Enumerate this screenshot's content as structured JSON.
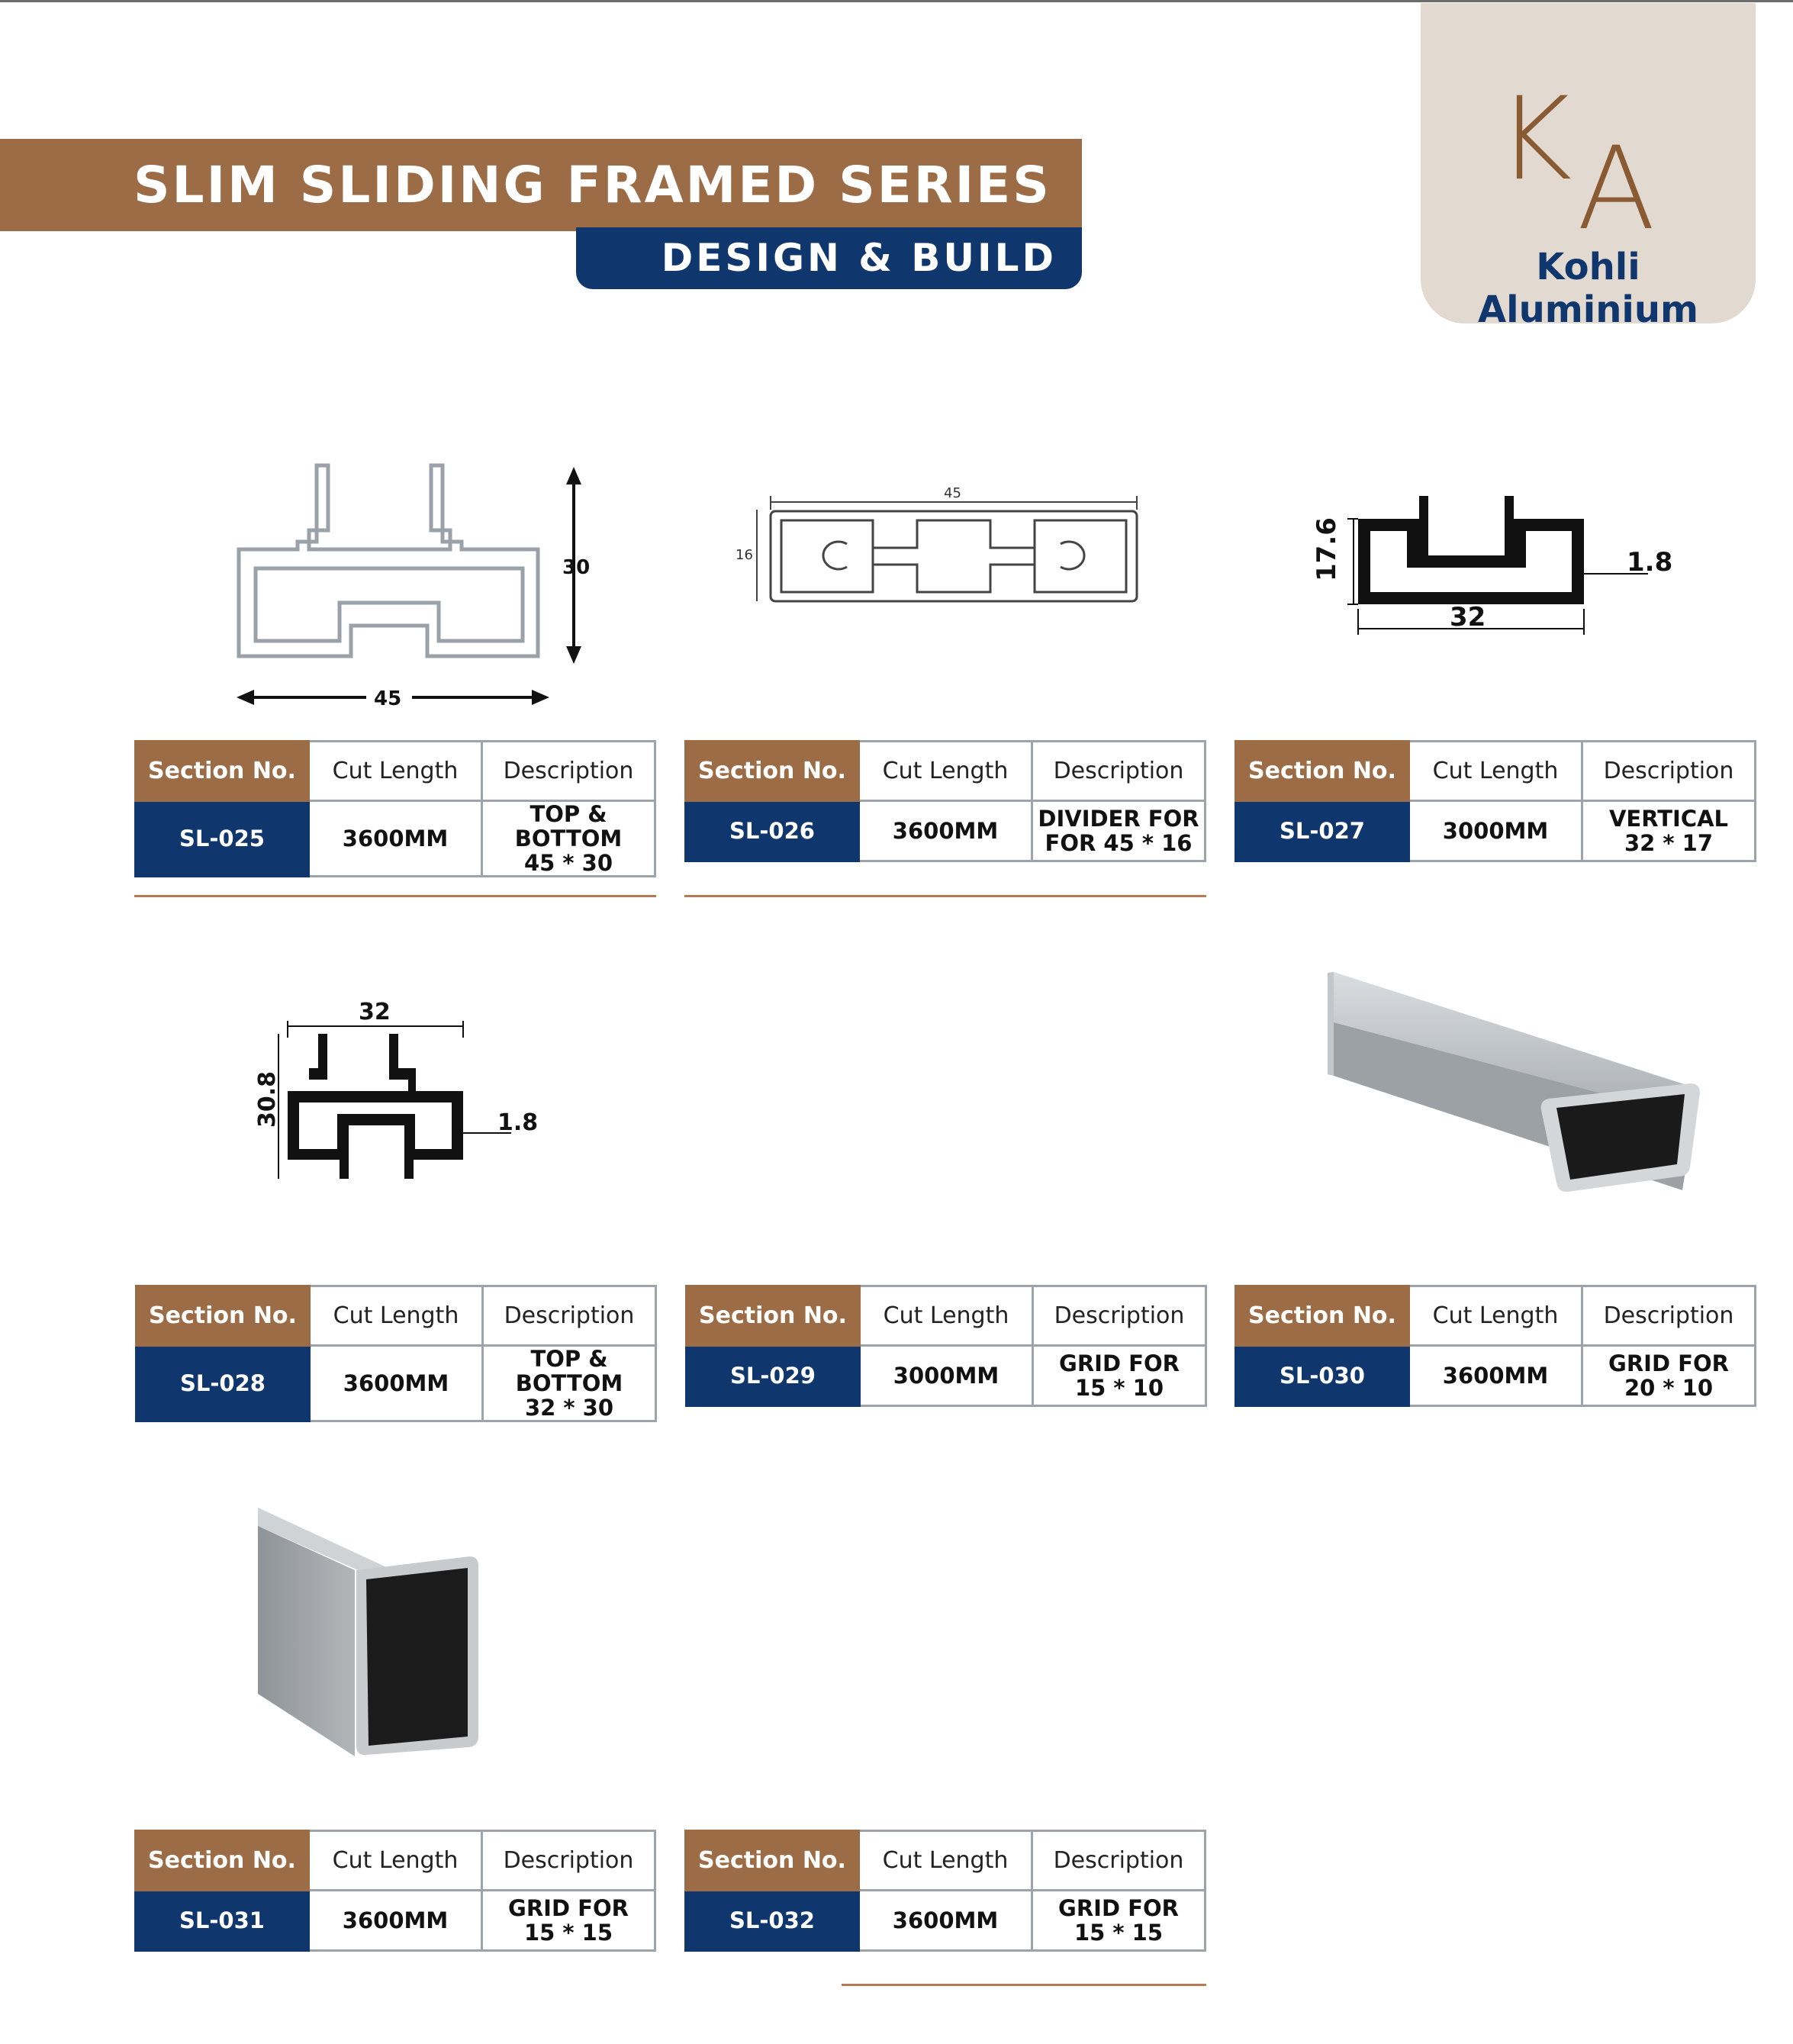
{
  "header": {
    "title": "SLIM SLIDING FRAMED SERIES",
    "subtitle": "DESIGN & BUILD"
  },
  "logo": {
    "monogram_k": "K",
    "monogram_a": "A",
    "name": "Kohli Aluminium"
  },
  "table_headers": {
    "section": "Section No.",
    "cut_length": "Cut Length",
    "description": "Description"
  },
  "products": [
    {
      "section": "SL-025",
      "cut_length": "3600MM",
      "desc_line1": "TOP & BOTTOM",
      "desc_line2": "45 * 30"
    },
    {
      "section": "SL-026",
      "cut_length": "3600MM",
      "desc_line1": "DIVIDER FOR",
      "desc_line2": "FOR 45 * 16"
    },
    {
      "section": "SL-027",
      "cut_length": "3000MM",
      "desc_line1": "VERTICAL",
      "desc_line2": "32 * 17"
    },
    {
      "section": "SL-028",
      "cut_length": "3600MM",
      "desc_line1": "TOP & BOTTOM",
      "desc_line2": "32 * 30"
    },
    {
      "section": "SL-029",
      "cut_length": "3000MM",
      "desc_line1": "GRID FOR",
      "desc_line2": "15 * 10"
    },
    {
      "section": "SL-030",
      "cut_length": "3600MM",
      "desc_line1": "GRID FOR",
      "desc_line2": "20 * 10"
    },
    {
      "section": "SL-031",
      "cut_length": "3600MM",
      "desc_line1": "GRID FOR",
      "desc_line2": "15 * 15"
    },
    {
      "section": "SL-032",
      "cut_length": "3600MM",
      "desc_line1": "GRID FOR",
      "desc_line2": "15 * 15"
    }
  ],
  "drawings": {
    "sl025": {
      "width": "45",
      "height": "30"
    },
    "sl026": {
      "width": "45",
      "height": "16"
    },
    "sl027": {
      "width": "32",
      "height": "17.6",
      "thickness": "1.8"
    },
    "sl028": {
      "width": "32",
      "height": "30.8",
      "thickness": "1.8"
    }
  },
  "colors": {
    "brown": "#9b6c45",
    "navy": "#10376d",
    "logo_bg": "#e2d9d1",
    "rule": "#b77a52"
  }
}
